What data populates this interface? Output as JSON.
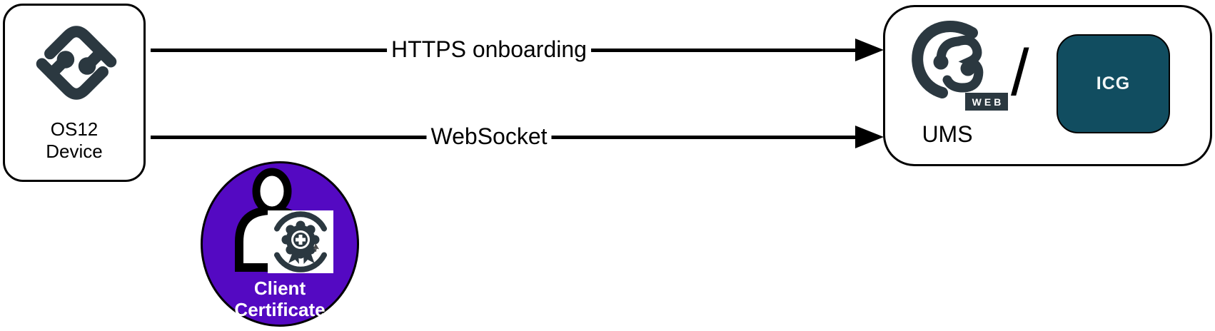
{
  "device_node": {
    "label_line1": "OS12",
    "label_line2": "Device",
    "logo": "igel-os12-logo-icon"
  },
  "connections": [
    {
      "label": "HTTPS onboarding"
    },
    {
      "label": "WebSocket"
    }
  ],
  "server_node": {
    "logo": "igel-ums-web-logo-icon",
    "web_badge": "WEB",
    "separator": "/",
    "icg_label": "ICG",
    "label": "UMS"
  },
  "certificate_node": {
    "label_line1": "Client",
    "label_line2": "Certificate",
    "icon": "person-certificate-icon"
  },
  "colors": {
    "logo_dark": "#2b3840",
    "icg_teal": "#114d60",
    "certificate_purple": "#5409c2",
    "arrow_black": "#000000"
  }
}
